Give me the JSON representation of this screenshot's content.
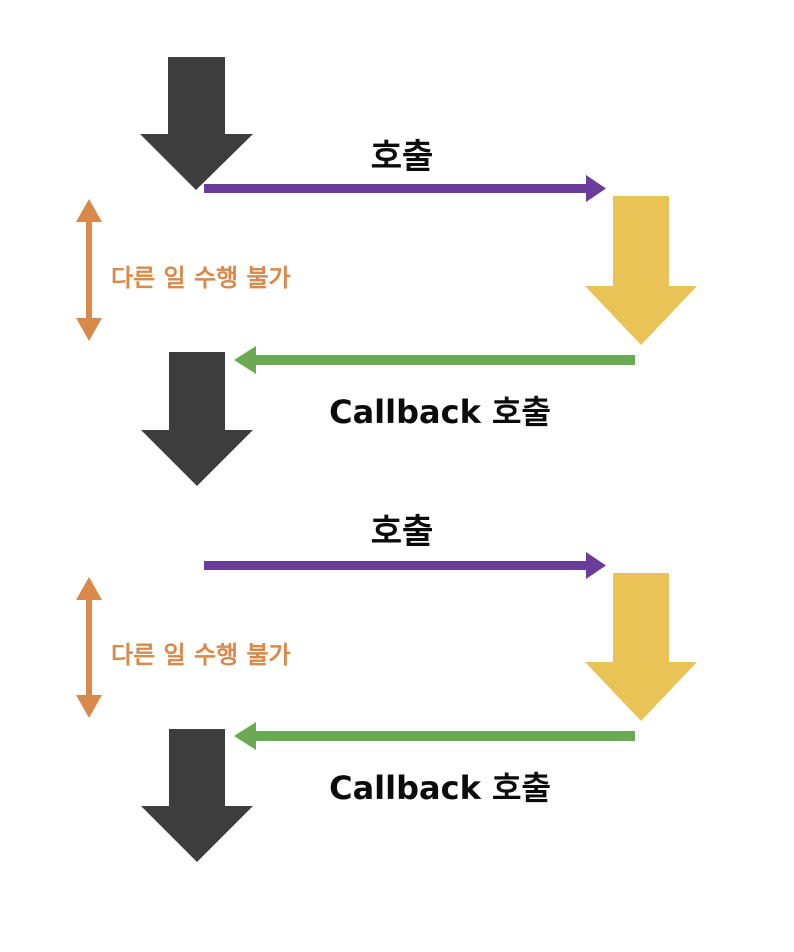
{
  "labels": {
    "call_1": "호출",
    "callback_call_1": "Callback 호출",
    "blocked_1": "다른 일 수행 불가",
    "call_2": "호출",
    "callback_call_2": "Callback 호출",
    "blocked_2": "다른 일 수행 불가"
  },
  "colors": {
    "caller_arrow": "#3d3d3d",
    "callee_arrow": "#eac357",
    "call_arrow": "#6a3d9a",
    "callback_arrow": "#6aaa55",
    "blocked_indicator": "#d9894a",
    "label_text": "#0b0b0b"
  }
}
